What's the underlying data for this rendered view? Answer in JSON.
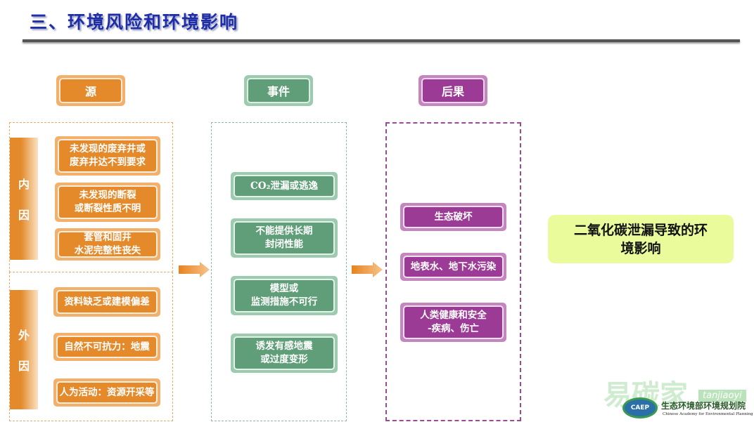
{
  "page": {
    "title": "三、环境风险和环境影响"
  },
  "columns": {
    "source": {
      "header": "源",
      "internal": {
        "label_top": "内",
        "label_bottom": "因",
        "items": [
          "未发现的废弃井或\n废弃井达不到要求",
          "未发现的断裂\n或断裂性质不明",
          "套管和固井\n水泥完整性丧失"
        ]
      },
      "external": {
        "label_top": "外",
        "label_bottom": "因",
        "items": [
          "资料缺乏或建模偏差",
          "自然不可抗力：地震",
          "人为活动：资源开采等"
        ]
      }
    },
    "event": {
      "header": "事件",
      "items": [
        "CO₂泄漏或逃逸",
        "不能提供长期\n封闭性能",
        "模型或\n监测措施不可行",
        "诱发有感地震\n或过度变形"
      ]
    },
    "consequence": {
      "header": "后果",
      "items": [
        "生态破坏",
        "地表水、地下水污染",
        "人类健康和安全\n-疾病、伤亡"
      ]
    }
  },
  "result": {
    "text": "二氧化碳泄漏导致的环\n境影响"
  },
  "colors": {
    "source": "#e48a2b",
    "event": "#5f9e78",
    "consequence": "#9c3b95",
    "result": "#eafb9c",
    "title": "#1f2ea8"
  },
  "logo": {
    "watermark": "易碳家",
    "tag": "tanjiaoyi",
    "badge": "CAEP",
    "org_name": "生态环境部环境规划院",
    "org_name_en": "Chinese Academy for Environmental Planning"
  }
}
